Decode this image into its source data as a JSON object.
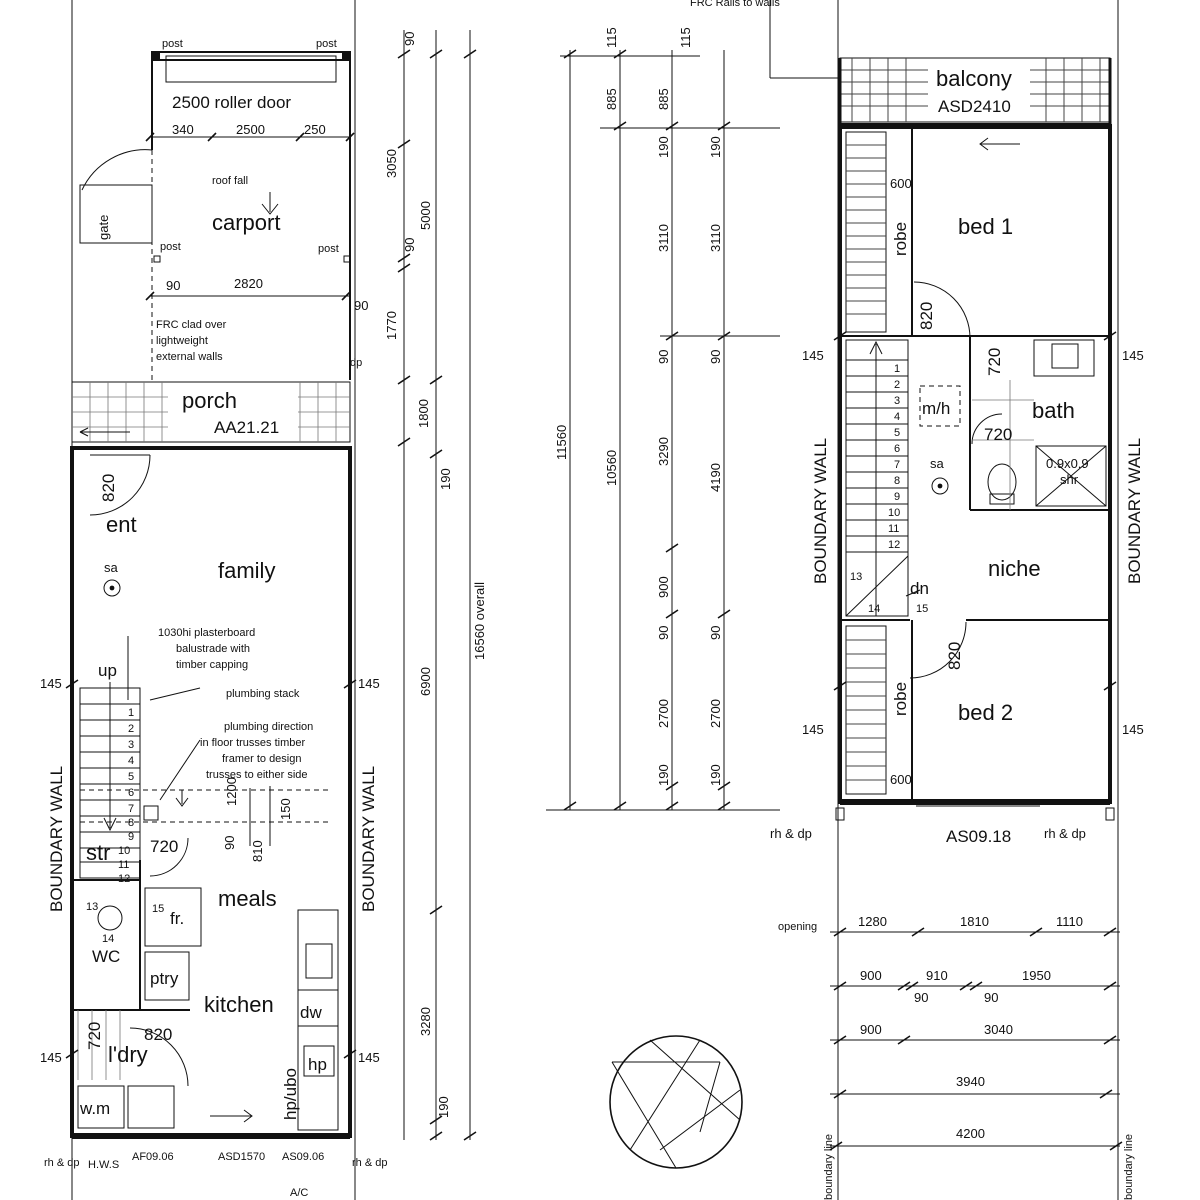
{
  "ground_floor": {
    "rooms": {
      "carport": "carport",
      "porch": "porch",
      "ent": "ent",
      "family": "family",
      "meals": "meals",
      "kitchen": "kitchen",
      "wc": "WC",
      "str": "str",
      "ldry": "l'dry",
      "ptry": "ptry",
      "fr": "fr.",
      "wm": "w.m"
    },
    "labels": {
      "roller_door": "2500 roller door",
      "roof_fall": "roof fall",
      "post": "post",
      "gate": "gate",
      "frc_note": [
        "FRC clad over",
        "lightweight",
        "external walls"
      ],
      "porch_code": "AA21.21",
      "balustrade_note": [
        "1030hi plasterboard",
        "balustrade with",
        "timber capping"
      ],
      "plumbing_stack": "plumbing stack",
      "plumbing_note": [
        "plumbing direction",
        "in floor trusses timber",
        "framer to design",
        "trusses to either side"
      ],
      "up": "up",
      "sa": "sa",
      "dw": "dw",
      "hp": "hp",
      "hp_ubo": "hp/ubo",
      "hws": "H.W.S",
      "dp": "dp",
      "rh_dp_left": "rh & dp",
      "rh_dp_right": "rh & dp",
      "ac": "A/C",
      "window_af": "AF09.06",
      "window_asd": "ASD1570",
      "window_as": "AS09.06",
      "bw_left": "BOUNDARY WALL",
      "bw_right": "BOUNDARY WALL",
      "stair_steps": [
        "1",
        "2",
        "3",
        "4",
        "5",
        "6",
        "7",
        "8",
        "9",
        "10",
        "11",
        "12",
        "13",
        "14",
        "15"
      ]
    },
    "dims": {
      "carport_340": "340",
      "carport_2500": "2500",
      "carport_250": "250",
      "post_90a": "90",
      "post_2820": "2820",
      "post_90b": "90",
      "ent_door": "820",
      "str_door": "720",
      "ldry_door": "820",
      "ldry_side": "720",
      "d90": "90",
      "d810": "810",
      "d150": "150",
      "d1200": "1200",
      "side_145_l1": "145",
      "side_145_r1": "145",
      "side_145_l2": "145",
      "side_145_r2": "145",
      "v90a": "90",
      "v3050": "3050",
      "v90b": "90",
      "v5000": "5000",
      "v1770": "1770",
      "v1800": "1800",
      "v190a": "190",
      "v6900": "6900",
      "v3280": "3280",
      "v190b": "190",
      "v16560": "16560 overall"
    }
  },
  "first_floor": {
    "rooms": {
      "balcony": "balcony",
      "bed1": "bed 1",
      "bed2": "bed 2",
      "bath": "bath",
      "niche": "niche",
      "robe1": "robe",
      "robe2": "robe",
      "mh": "m/h",
      "shr_size": "0.9x0.9",
      "shr": "shr"
    },
    "labels": {
      "frc_top": "FRC Rails to walls",
      "balcony_code": "ASD2410",
      "dn": "dn",
      "sa": "sa",
      "window_code": "AS09.18",
      "rh_dp_left": "rh & dp",
      "rh_dp_right": "rh & dp",
      "bw_left": "BOUNDARY WALL",
      "bw_right": "BOUNDARY WALL",
      "boundary_line_left": "boundary line",
      "boundary_line_right": "boundary line",
      "stair_steps": [
        "1",
        "2",
        "3",
        "4",
        "5",
        "6",
        "7",
        "8",
        "9",
        "10",
        "11",
        "12",
        "13",
        "14",
        "15"
      ]
    },
    "dims": {
      "robe1_600": "600",
      "robe2_600": "600",
      "bed1_door": "820",
      "bath_door": "720",
      "bath_720": "720",
      "bed2_door": "820",
      "side_145_l1": "145",
      "side_145_r1": "145",
      "side_145_l2": "145",
      "side_145_r2": "145",
      "opening": "opening",
      "o1280": "1280",
      "o1810": "1810",
      "o1110": "1110",
      "r900a": "900",
      "r910": "910",
      "r1950": "1950",
      "r90a": "90",
      "r90b": "90",
      "r900b": "900",
      "r3040": "3040",
      "r3940": "3940",
      "r4200": "4200"
    }
  },
  "middle_dims": {
    "col1": {
      "d115": "115",
      "d885": "885",
      "total": "11560"
    },
    "col2": {
      "d115": "115",
      "d885": "885",
      "total": "10560"
    },
    "col3": {
      "d190a": "190",
      "d3110": "3110",
      "d90a": "90",
      "d3290": "3290",
      "d900": "900",
      "d90b": "90",
      "d2700": "2700",
      "d190b": "190"
    },
    "col4": {
      "d190a": "190",
      "d3110": "3110",
      "d90a": "90",
      "d4190": "4190",
      "d90b": "90",
      "d2700": "2700",
      "d190b": "190"
    }
  }
}
